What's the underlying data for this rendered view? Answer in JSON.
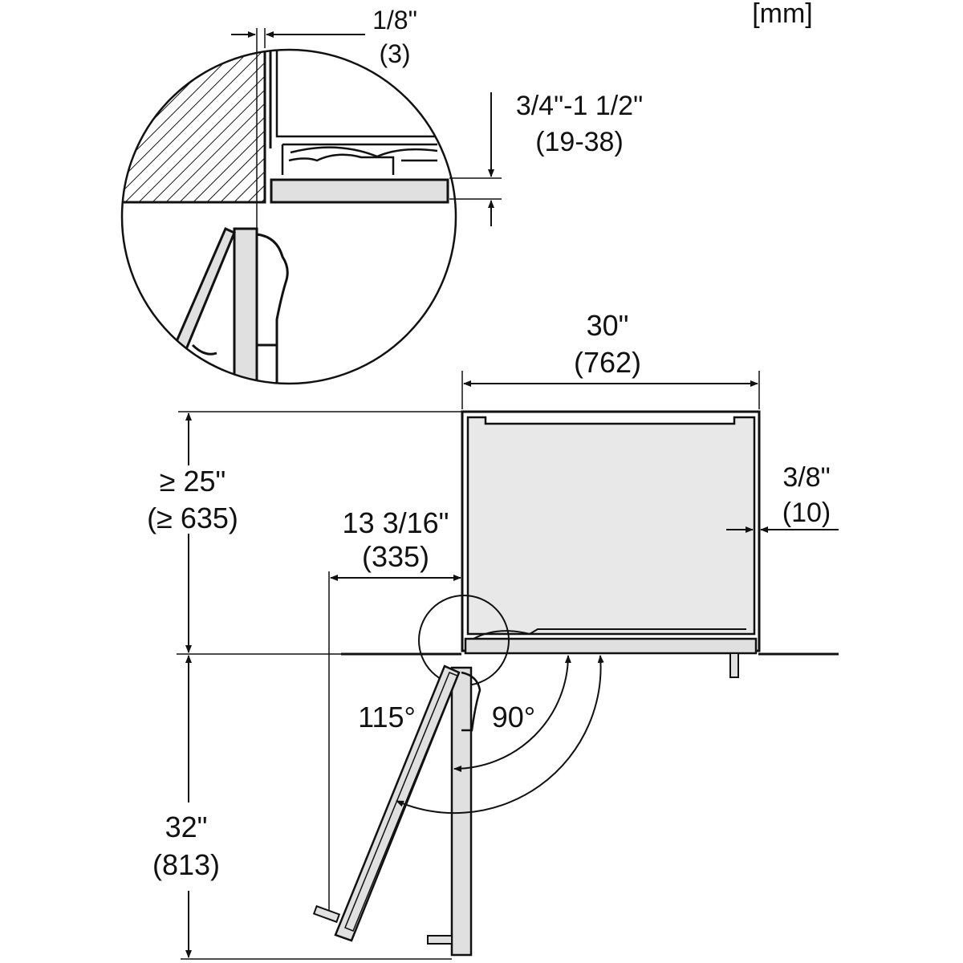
{
  "units_note": "[mm]",
  "dimensions": {
    "gap_side": {
      "imperial": "1/8\"",
      "metric": "(3)"
    },
    "gap_bottom": {
      "imperial": "3/4\"-1 1/2\"",
      "metric": "(19-38)"
    },
    "width": {
      "imperial": "30\"",
      "metric": "(762)"
    },
    "depth_min": {
      "imperial": "≥ 25\"",
      "metric": "(≥ 635)"
    },
    "side_offset": {
      "imperial": "3/8\"",
      "metric": "(10)"
    },
    "hinge_offset": {
      "imperial": "13 3/16\"",
      "metric": "(335)"
    },
    "door_swing": {
      "imperial": "32\"",
      "metric": "(813)"
    }
  },
  "angles": {
    "open_wide": "115°",
    "open_90": "90°"
  }
}
